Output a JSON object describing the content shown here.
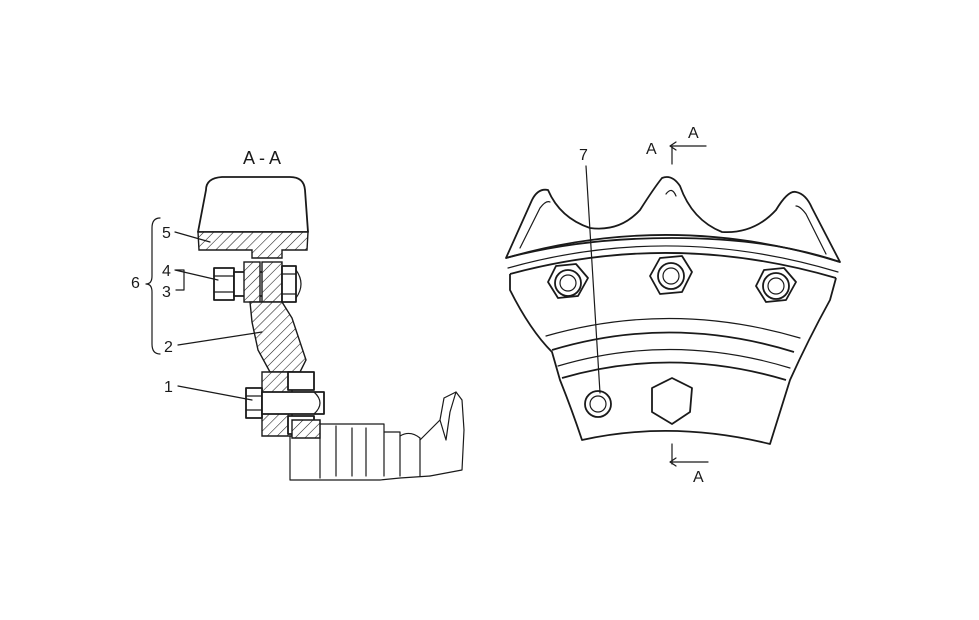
{
  "section_view": {
    "title": "A - A",
    "callouts": [
      "1",
      "2",
      "3",
      "4",
      "5",
      "6"
    ]
  },
  "sprocket_view": {
    "callout": "7",
    "section_mark_top_left": "A",
    "section_mark_top_right": "A",
    "section_mark_bottom": "A"
  },
  "colors": {
    "line": "#1a1a1a",
    "background": "#ffffff"
  }
}
